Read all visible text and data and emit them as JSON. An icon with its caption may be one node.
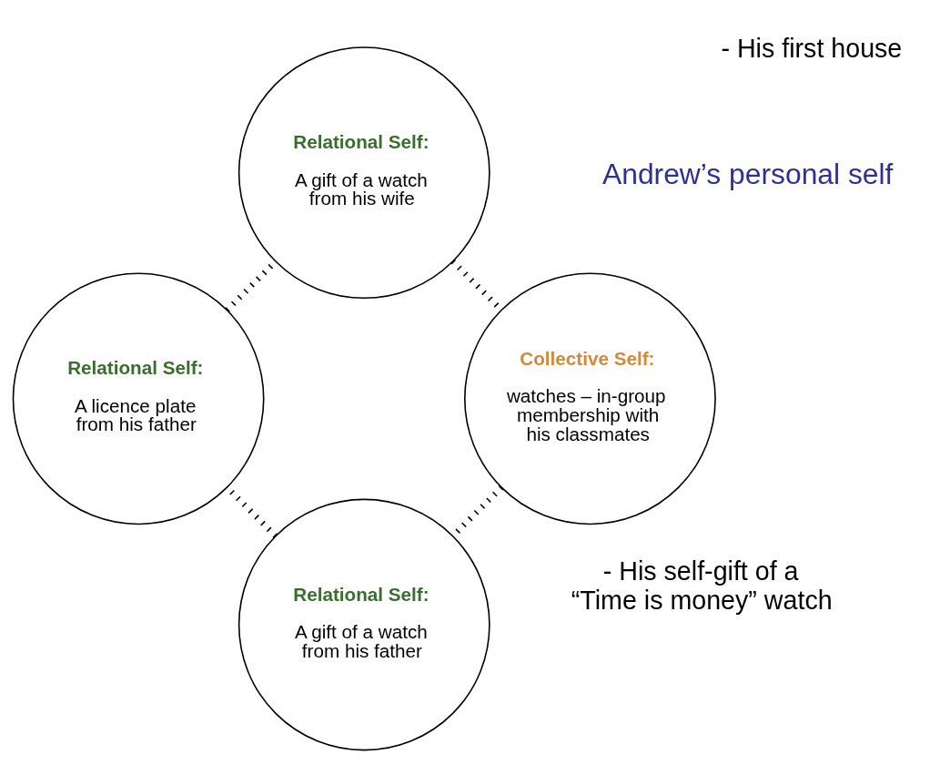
{
  "diagram": {
    "nodes": [
      {
        "text": [
          "Relational Self:",
          "A gift of a watch from his father"
        ]
      },
      {
        "text": [
          "Relational Self:",
          "A licence plate from his father"
        ]
      },
      {
        "text": [
          "Relational Self:",
          "A gift of a watch from his wife"
        ]
      },
      {
        "text": [
          "Collective Self:",
          "watches – in-group membership with his classmates"
        ]
      }
    ],
    "edges": [
      {
        "from": 3,
        "to": 0,
        "arrow": "none",
        "style": "dashed"
      },
      {
        "from": 0,
        "to": 1,
        "arrow": "none",
        "style": "dashed"
      },
      {
        "from": 1,
        "to": 2,
        "arrow": "none",
        "style": "dashed"
      },
      {
        "from": 2,
        "to": 3,
        "arrow": "none",
        "style": "dashed"
      }
    ],
    "labels": [
      "Andrew’s personal self",
      "- His self-gift of a “Time is money” watch",
      "- His first house"
    ]
  }
}
